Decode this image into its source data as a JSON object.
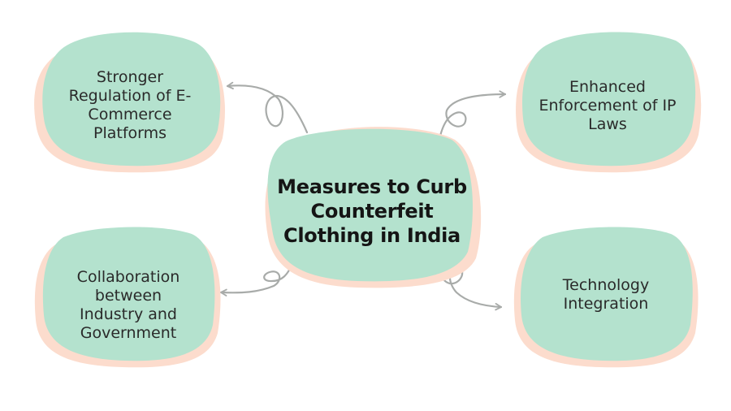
{
  "colors": {
    "blob_front": "#b4e2ce",
    "blob_back": "#fcdccd",
    "connector": "#a8aba9",
    "text": "#2a2a2a",
    "title_text": "#151515"
  },
  "center": {
    "lines": [
      "Measures to Curb",
      "Counterfeit",
      "Clothing in India"
    ]
  },
  "nodes": [
    {
      "id": "regulation",
      "lines": [
        "Stronger",
        "Regulation of E-",
        "Commerce",
        "Platforms"
      ]
    },
    {
      "id": "enforcement",
      "lines": [
        "Enhanced",
        "Enforcement of IP",
        "Laws"
      ]
    },
    {
      "id": "collaboration",
      "lines": [
        "Collaboration",
        "between",
        "Industry and",
        "Government"
      ]
    },
    {
      "id": "technology",
      "lines": [
        "Technology",
        "Integration"
      ]
    }
  ]
}
